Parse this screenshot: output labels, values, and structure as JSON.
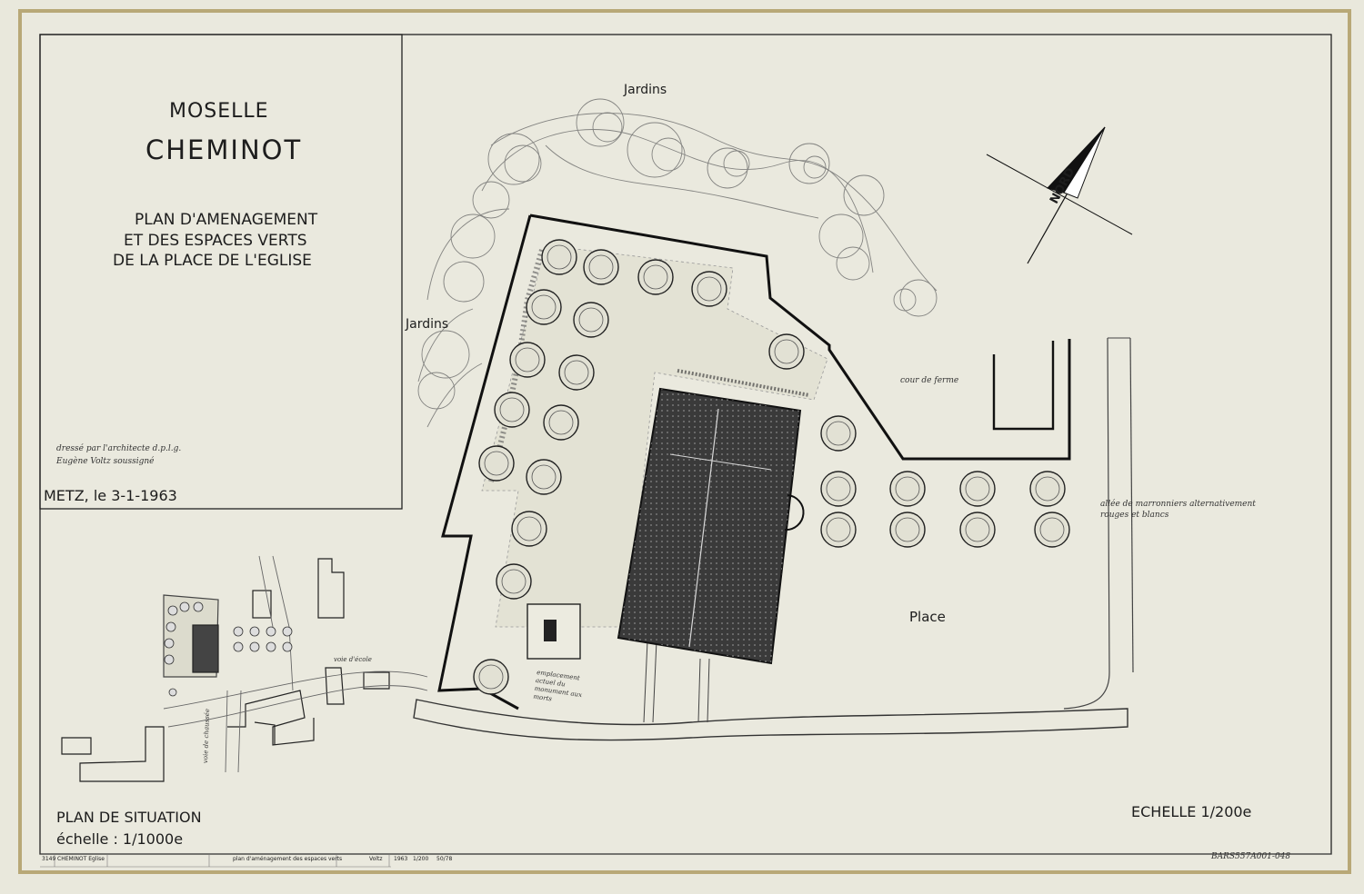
{
  "cartouche": {
    "department": "MOSELLE",
    "commune": "CHEMINOT",
    "title_line1": "PLAN D'AMENAGEMENT",
    "title_line2": "ET DES ESPACES VERTS",
    "title_line3": "DE LA PLACE DE L'EGLISE",
    "author_line1": "dressé par l'architecte d.p.l.g.",
    "author_line2": "Eugène Voltz soussigné",
    "date": "METZ, le 3-1-1963"
  },
  "plan_labels": {
    "jardins_top": "Jardins",
    "jardins_left": "Jardins",
    "nord": "NORD",
    "cour_de_ferme": "cour de ferme",
    "allee": "allée de marronniers alternativement",
    "allee_2": "rouges et blancs",
    "place": "Place",
    "monument": "emplacement actuel du monument aux morts",
    "voie_ecole": "voie d'école",
    "voie_chaussee": "voie de chaussée"
  },
  "situation": {
    "title": "PLAN DE SITUATION",
    "scale": "échelle : 1/1000e"
  },
  "scale_main": "ECHELLE 1/200e",
  "footer": {
    "cells": [
      "3149",
      "CHEMINOT Eglise",
      "plan d'aménagement des espaces verts",
      "Voltz",
      "1963",
      "1/200",
      "50/78"
    ],
    "archive_ref": "BARS557A001-048"
  }
}
